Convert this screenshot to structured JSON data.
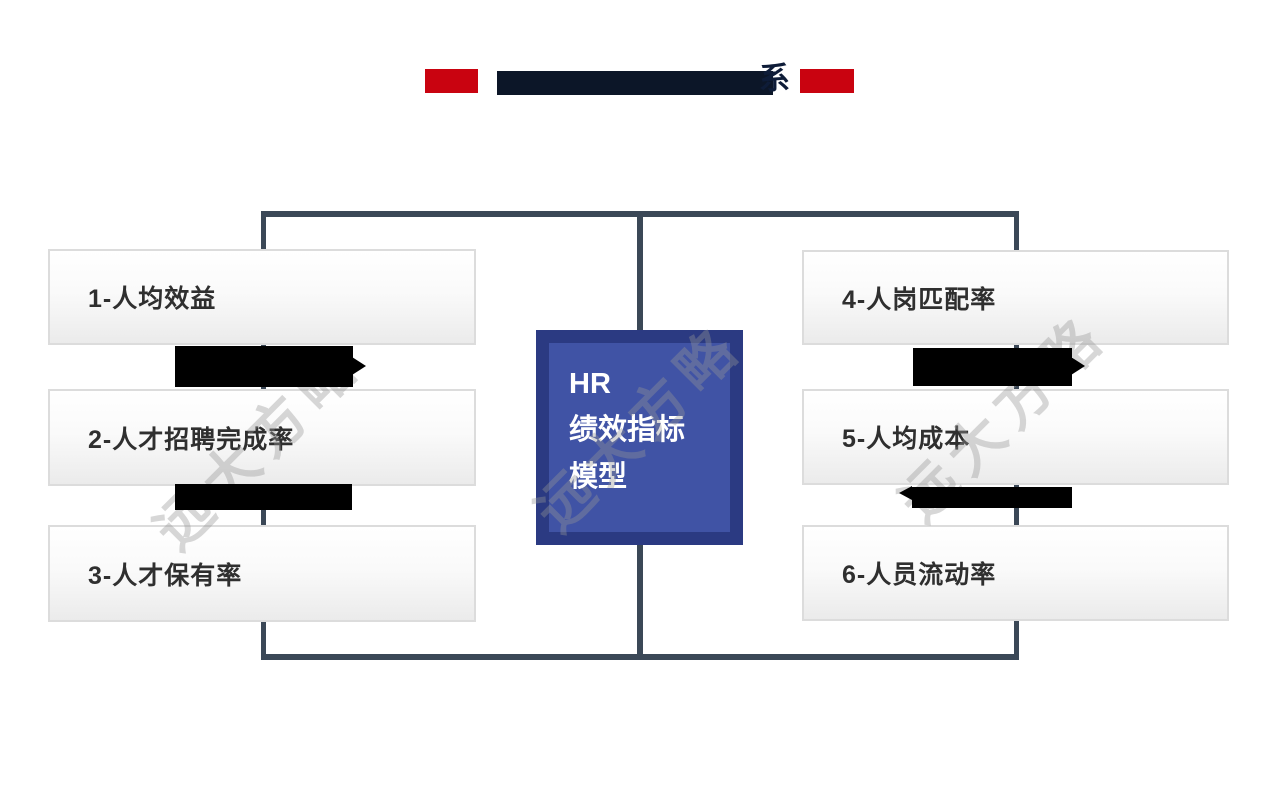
{
  "title": {
    "visible_suffix": "系",
    "redacted": true
  },
  "center_box": {
    "line1": "HR",
    "line2": "绩效指标",
    "line3": "模型"
  },
  "left_items": [
    {
      "label": "1-人均效益"
    },
    {
      "label": "2-人才招聘完成率"
    },
    {
      "label": "3-人才保有率"
    }
  ],
  "right_items": [
    {
      "label": "4-人岗匹配率"
    },
    {
      "label": "5-人均成本"
    },
    {
      "label": "6-人员流动率"
    }
  ],
  "watermark": {
    "text": "远大方略"
  },
  "icons": {
    "redaction_arrow_right": "right-pointing solid triangle",
    "redaction_arrow_left": "left-pointing solid triangle"
  },
  "colors": {
    "accent_red": "#c90310",
    "title_navy": "#0e1c38",
    "redaction_black": "#000000",
    "connector_slate": "#3b4857",
    "box_border": "#dcdcdc",
    "box_text": "#2f2f2f",
    "center_outer_blue": "#2b3a82",
    "center_inner_blue": "#4053a5",
    "watermark_gray": "#d6d6d6"
  }
}
